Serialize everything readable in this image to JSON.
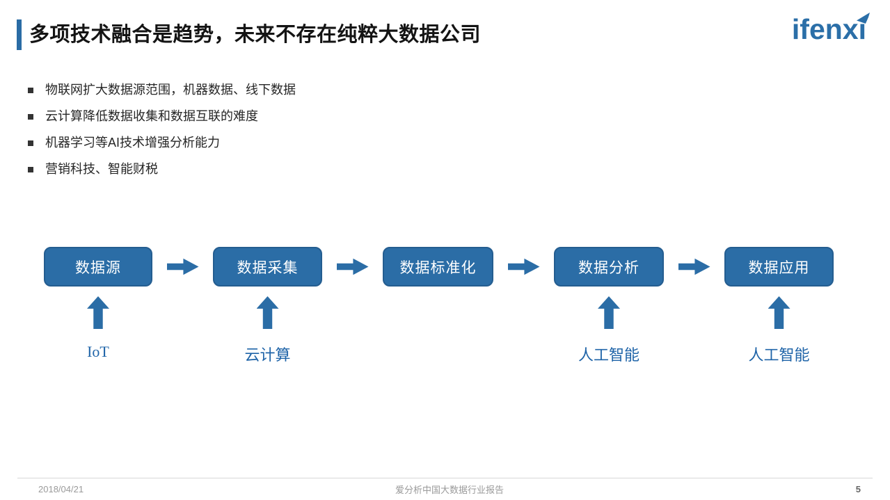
{
  "colors": {
    "primary_blue": "#2B6DA6",
    "box_border_blue": "#245D90",
    "label_blue": "#1F64A8",
    "logo_blue": "#2B6FA8",
    "title_text": "#141414",
    "footer_gray": "#9A9A9A"
  },
  "header": {
    "title": "多项技术融合是趋势，未来不存在纯粹大数据公司",
    "logo_text": "ifenxi"
  },
  "bullets": [
    "物联网扩大数据源范围，机器数据、线下数据",
    "云计算降低数据收集和数据互联的难度",
    "机器学习等AI技术增强分析能力",
    "营销科技、智能财税"
  ],
  "flow": {
    "steps": [
      "数据源",
      "数据采集",
      "数据标准化",
      "数据分析",
      "数据应用"
    ],
    "enablers": [
      {
        "step_index": 0,
        "label": "IoT"
      },
      {
        "step_index": 1,
        "label": "云计算"
      },
      {
        "step_index": 3,
        "label": "人工智能"
      },
      {
        "step_index": 4,
        "label": "人工智能"
      }
    ]
  },
  "icons": {
    "flow_connector": "right-arrow-icon",
    "enabler_connector": "up-arrow-icon"
  },
  "footer": {
    "date": "2018/04/21",
    "report_title": "爱分析中国大数据行业报告",
    "page_number": "5"
  }
}
